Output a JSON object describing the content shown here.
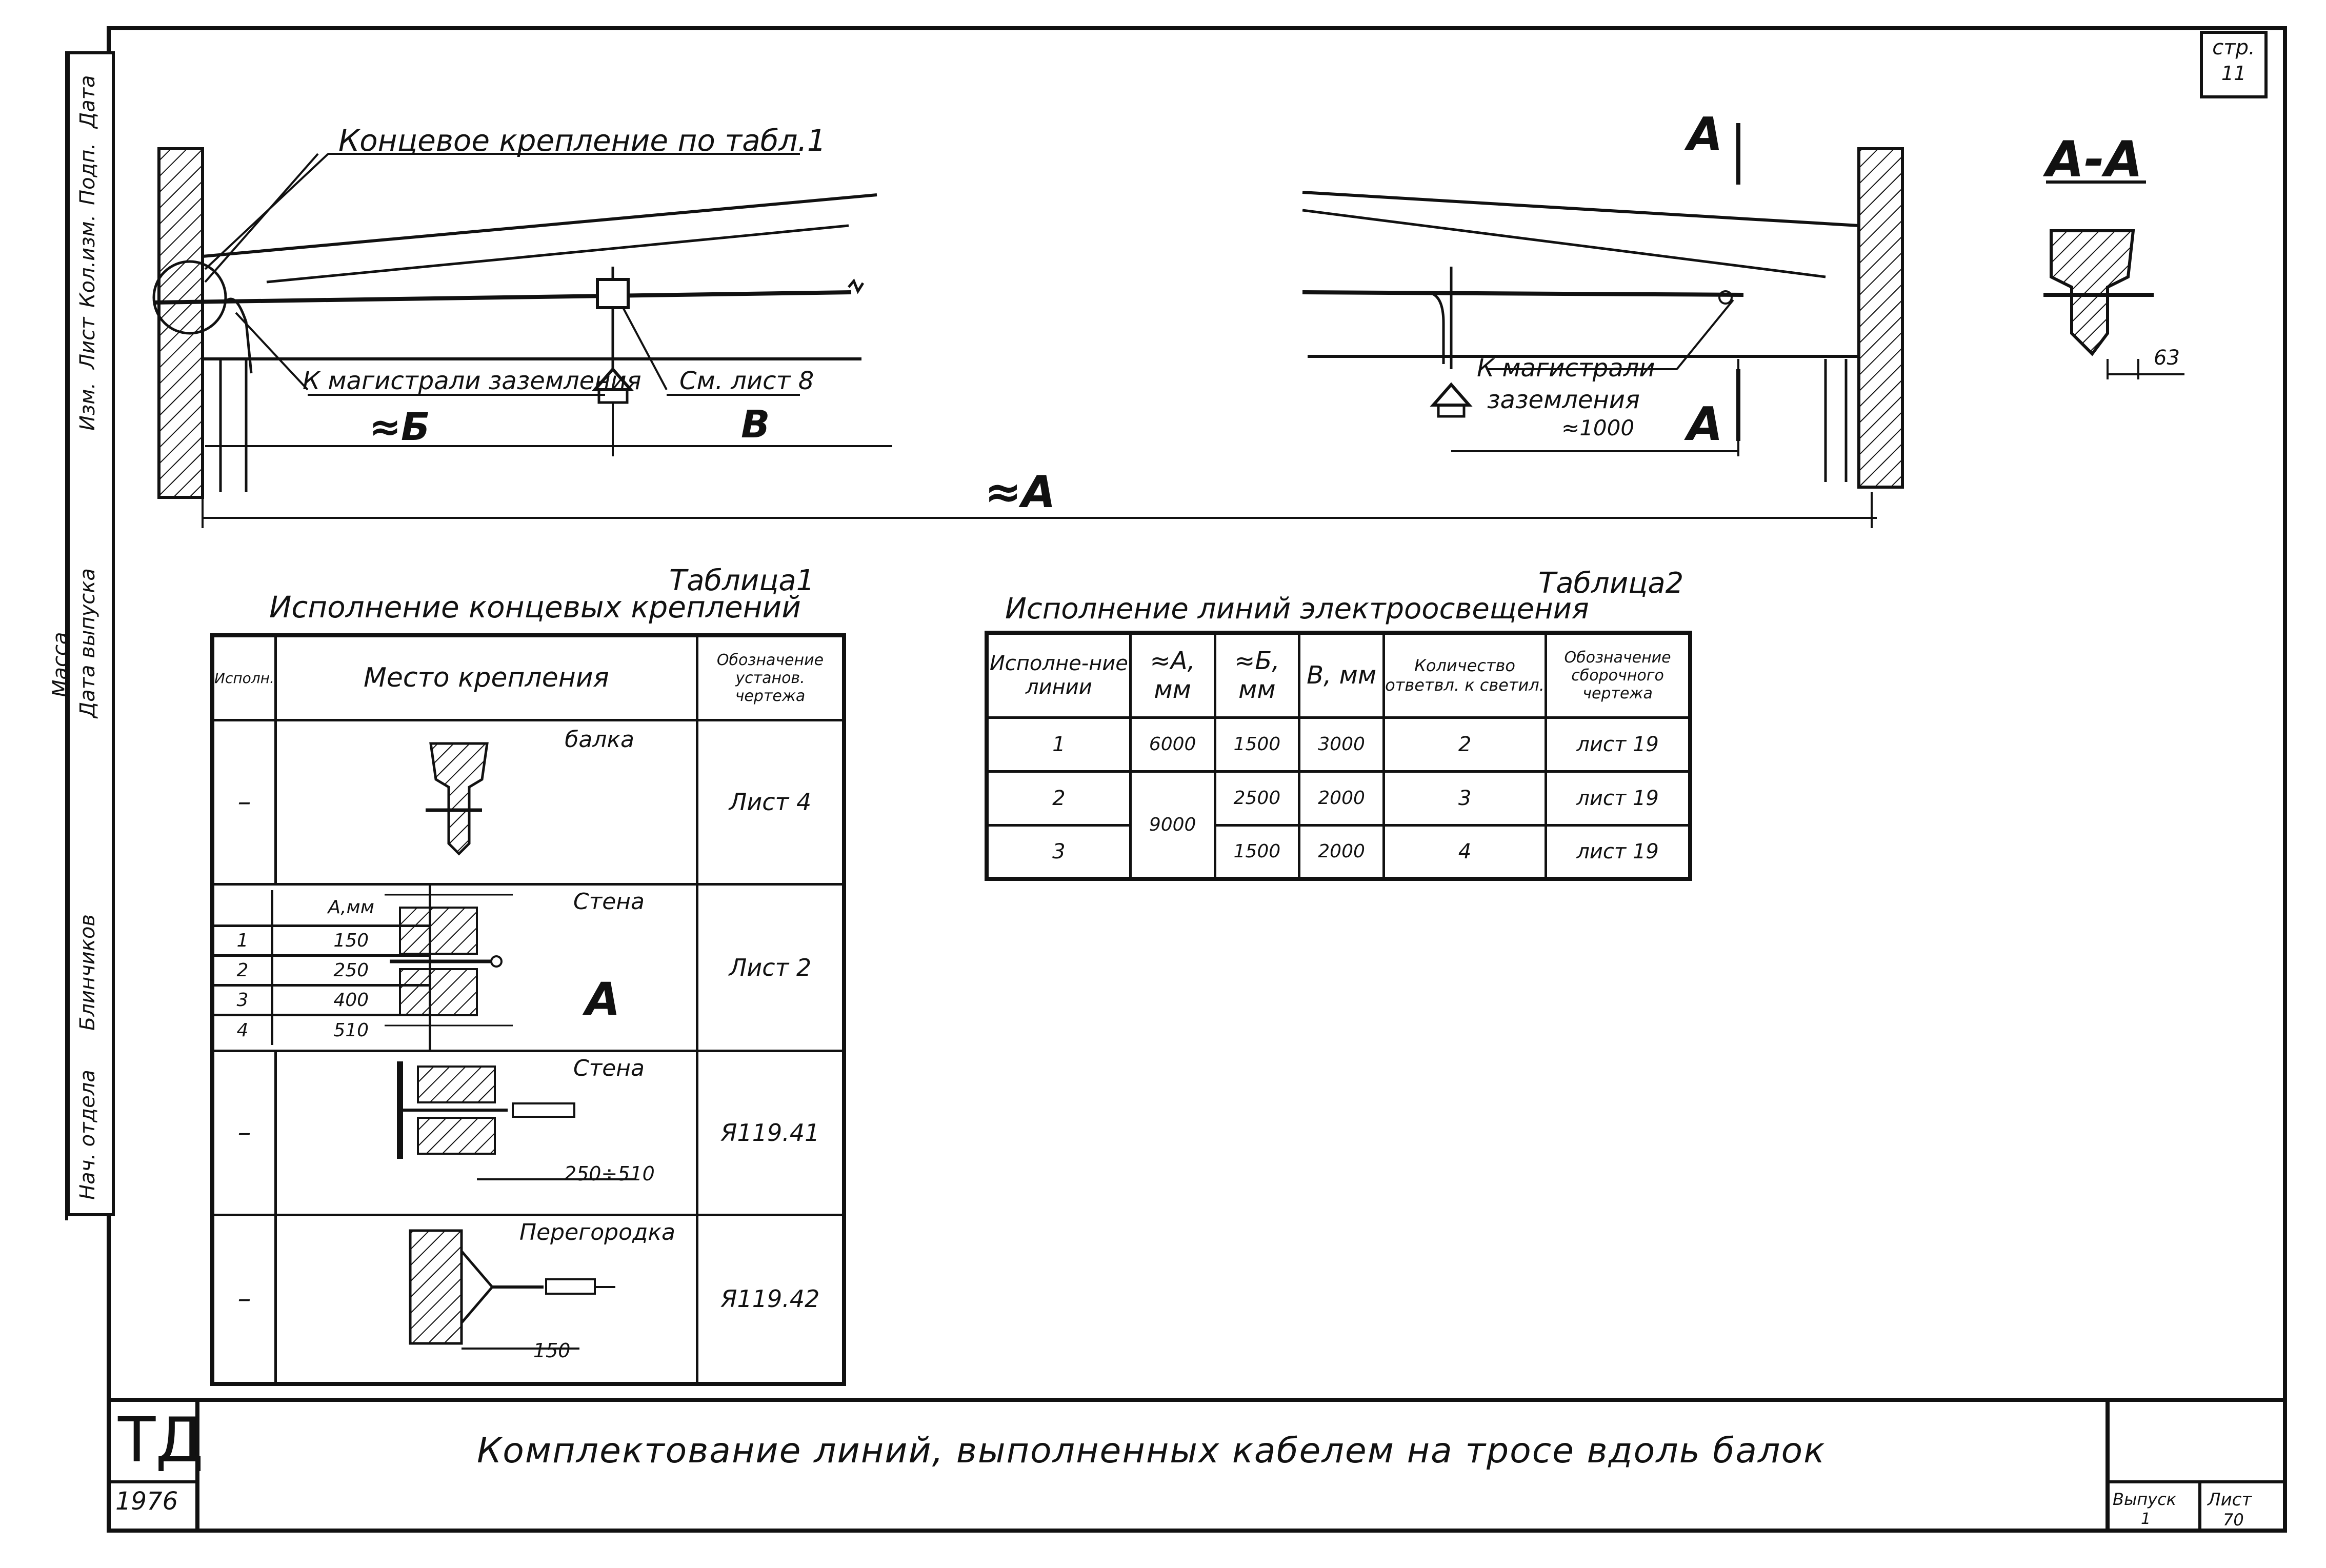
{
  "sheet": {
    "page_label": "стр.",
    "page_number": "11",
    "designation": "ТД",
    "year": "1976",
    "title": "Комплектование линий, выполненных кабелем на тросе вдоль балок",
    "issue_label": "Выпуск",
    "issue_value": "1",
    "sheet_label": "Лист",
    "sheet_value": "70"
  },
  "side_stamp": {
    "cells": [
      "Дата",
      "Подп.",
      "Кол.изм.",
      "Лист",
      "Изм."
    ],
    "mass_label": "Масса",
    "release_date_label": "Дата выпуска",
    "signer_name": "Блинчиков",
    "dept_head_label": "Нач. отдела"
  },
  "drawing": {
    "end_fastening_note": "Концевое крепление по табл.1",
    "ground_main_note_left": "К магистрали заземления",
    "see_sheet_note": "См. лист 8",
    "dim_b": "≈Б",
    "dim_v": "В",
    "dim_a": "≈А",
    "section_mark": "А",
    "ground_main_note_right_1": "К магистрали",
    "ground_main_note_right_2": "заземления",
    "dim_1000": "≈1000",
    "section_title": "А-А",
    "dim_63": "63"
  },
  "table1": {
    "caption": "Таблица1",
    "title": "Исполнение концевых креплений",
    "headers": [
      "Исполн.",
      "Место крепления",
      "Обозначение установ. чертежа"
    ],
    "rows": [
      {
        "exec": "–",
        "place": "балка",
        "ref": "Лист 4"
      },
      {
        "exec": "",
        "place": "Стена",
        "ref": "Лист 2"
      },
      {
        "exec": "–",
        "place": "Стена",
        "ref": "Я119.41",
        "dim": "250÷510"
      },
      {
        "exec": "–",
        "place": "Перегородка",
        "ref": "Я119.42",
        "dim": "150"
      }
    ],
    "sub_header": "А,мм",
    "sub_rows": [
      {
        "n": "1",
        "a": "150"
      },
      {
        "n": "2",
        "a": "250"
      },
      {
        "n": "3",
        "a": "400"
      },
      {
        "n": "4",
        "a": "510"
      }
    ],
    "wall_mark": "А"
  },
  "table2": {
    "caption": "Таблица2",
    "title": "Исполнение линий электроосвещения",
    "headers": [
      "Исполне-ние линии",
      "≈А, мм",
      "≈Б, мм",
      "В, мм",
      "Количество ответвл. к светил.",
      "Обозначение сборочного чертежа"
    ],
    "rows": [
      {
        "exec": "1",
        "a": "6000",
        "b": "1500",
        "v": "3000",
        "count": "2",
        "ref": "лист 19"
      },
      {
        "exec": "2",
        "a": "9000",
        "b": "2500",
        "v": "2000",
        "count": "3",
        "ref": "лист 19"
      },
      {
        "exec": "3",
        "a": "",
        "b": "1500",
        "v": "2000",
        "count": "4",
        "ref": "лист 19"
      }
    ]
  }
}
